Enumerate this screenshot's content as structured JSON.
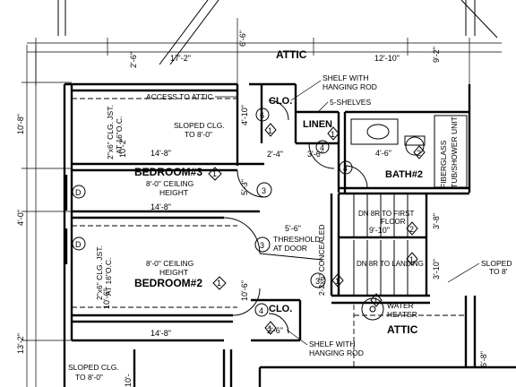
{
  "rooms": {
    "attic_top": "ATTIC",
    "attic_bottom": "ATTIC",
    "bedroom3": "BEDROOM#3",
    "bedroom2": "BEDROOM#2",
    "bath2": "BATH#2",
    "linen": "LINEN",
    "clo_top": "CLO.",
    "clo_bottom": "CLO."
  },
  "notes": {
    "access_to_attic": "ACCESS TO ATTIC",
    "shelf_top_1": "SHELF WITH",
    "shelf_top_2": "HANGING ROD",
    "five_shelves": "5-SHELVES",
    "sloped_clg_1": "SLOPED CLG.",
    "sloped_clg_2": "TO 8'-0\"",
    "clg_jst_b3_1": "2\"x6\" CLG. JST.",
    "clg_jst_b3_2": "AT 16\"O.C.",
    "b3_ceiling_1": "8'-0\" CEILING",
    "b3_ceiling_2": "HEIGHT",
    "b2_ceiling_1": "8'-0\" CEILING",
    "b2_ceiling_2": "HEIGHT",
    "clg_jst_b2_1": "2\"x6\" CLG. JST.",
    "clg_jst_b2_2": "AT 16\"O.C.",
    "threshold_1": "THRESHOLD",
    "threshold_2": "AT DOOR",
    "concealed": "2-2x6\" CONCEALED",
    "stair_up_1": "DN 8R TO FIRST",
    "stair_up_2": "FLOOR",
    "stair_down": "DN 8R TO LANDING",
    "sloped_to_8_1": "SLOPED",
    "sloped_to_8_2": "TO 8'",
    "water_heater_1": "WATER",
    "water_heater_2": "HEATER",
    "shelf_bot_1": "SHELF WITH",
    "shelf_bot_2": "HANGING ROD",
    "sloped_bl_1": "SLOPED CLG.",
    "sloped_bl_2": "TO 8'-0\"",
    "fiberglass": "FIBERGLASS",
    "shower": "TUB/SHOWER UNIT"
  },
  "dimensions": {
    "d_17_2": "17'-2\"",
    "d_12_10": "12'-10\"",
    "d_2_6_top": "2'-6\"",
    "d_6_6": "6'-6\"",
    "d_9_2": "9'-2\"",
    "d_10_8": "10'-8\"",
    "d_10_2": "10'-2\"",
    "d_4_10": "4'-10\"",
    "d_14_8_a": "14'-8\"",
    "d_14_8_b": "14'-8\"",
    "d_14_8_c": "14'-8\"",
    "d_2_4": "2'-4\"",
    "d_3_6": "3'-6\"",
    "d_4_6": "4'-6\"",
    "d_5_3": "5'-3\"",
    "d_4_0": "4'-0\"",
    "d_5_6": "5'-6\"",
    "d_9_10": "9'-10\"",
    "d_3_8": "3'-8\"",
    "d_3_10": "3'-10\"",
    "d_10_6_a": "10'-6\"",
    "d_10_6_b": "10'-6\"",
    "d_2_6_bot": "2'-6\"",
    "d_13_2": "13'-2\"",
    "d_6_8": "6'-8\"",
    "d_10": "10'-"
  },
  "tags": {
    "door_d": "D",
    "door_1": "1",
    "door_3": "3",
    "door_4": "4",
    "door_6": "6",
    "wall_1": "1",
    "wall_2": "2"
  }
}
